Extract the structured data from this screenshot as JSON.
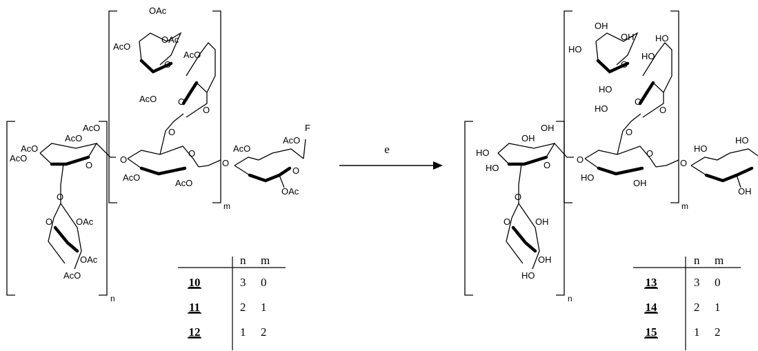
{
  "reaction": {
    "reagent": "e"
  },
  "reactant": {
    "labels": {
      "oac1": "OAc",
      "oac2": "OAc",
      "aco1": "AcO",
      "aco2": "AcO",
      "aco3": "AcO",
      "aco4": "AcO",
      "aco5": "AcO",
      "aco6": "AcO",
      "aco7": "AcO",
      "aco8": "AcO",
      "aco9": "AcO",
      "aco10": "AcO",
      "oac3": "OAc",
      "oac4": "OAc",
      "aco11": "AcO",
      "oac5": "OAc",
      "f": "F",
      "o": "O"
    },
    "repeat_n": "n",
    "repeat_m": "m"
  },
  "product": {
    "labels": {
      "oh": "OH",
      "ho": "HO",
      "o": "O"
    },
    "repeat_n": "n",
    "repeat_m": "m"
  },
  "table_left": {
    "header": [
      "n",
      "m"
    ],
    "rows": [
      {
        "compound": "10",
        "n": "3",
        "m": "0"
      },
      {
        "compound": "11",
        "n": "2",
        "m": "1"
      },
      {
        "compound": "12",
        "n": "1",
        "m": "2"
      }
    ]
  },
  "table_right": {
    "header": [
      "n",
      "m"
    ],
    "rows": [
      {
        "compound": "13",
        "n": "3",
        "m": "0"
      },
      {
        "compound": "14",
        "n": "2",
        "m": "1"
      },
      {
        "compound": "15",
        "n": "1",
        "m": "2"
      }
    ]
  }
}
